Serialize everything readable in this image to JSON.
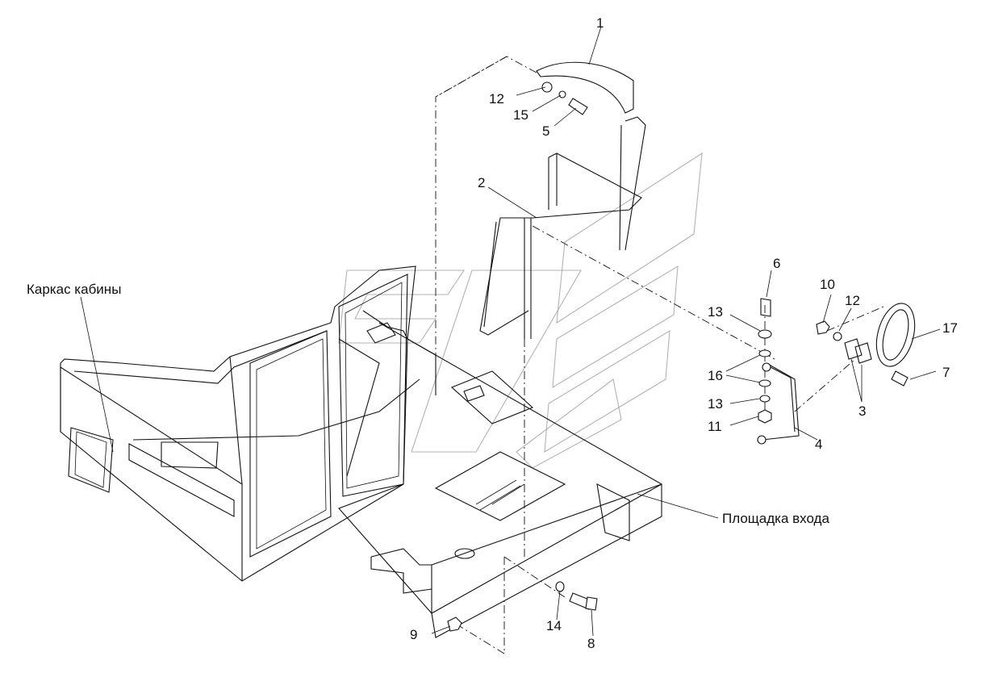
{
  "diagram": {
    "labels": {
      "cab_frame": "Каркас кабины",
      "entry_platform": "Площадка входа"
    },
    "callouts": [
      "1",
      "2",
      "3",
      "4",
      "5",
      "6",
      "7",
      "8",
      "9",
      "10",
      "11",
      "12",
      "12",
      "13",
      "13",
      "14",
      "15",
      "16",
      "17"
    ]
  }
}
